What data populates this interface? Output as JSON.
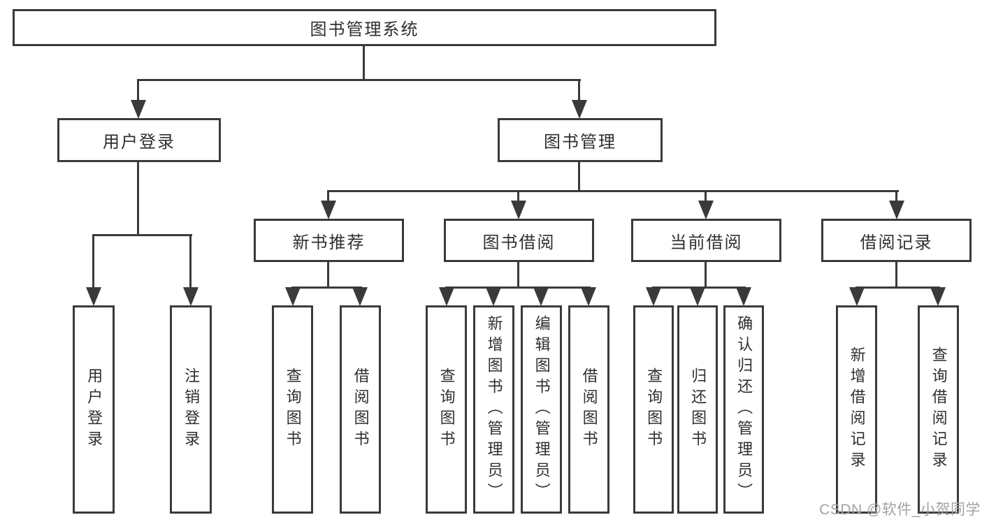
{
  "diagram": {
    "nodes": {
      "root": {
        "label": "图书管理系统"
      },
      "user_login": {
        "label": "用户登录"
      },
      "book_management": {
        "label": "图书管理"
      },
      "new_book_recommend": {
        "label": "新书推荐"
      },
      "book_borrowing": {
        "label": "图书借阅"
      },
      "current_borrowing": {
        "label": "当前借阅"
      },
      "borrowing_records": {
        "label": "借阅记录"
      },
      "leaf_user_login": {
        "label": "用户登录"
      },
      "leaf_logout": {
        "label": "注销登录"
      },
      "leaf_rec_query_books": {
        "label": "查询图书"
      },
      "leaf_rec_borrow_books": {
        "label": "借阅图书"
      },
      "leaf_bb_query_books": {
        "label": "查询图书"
      },
      "leaf_bb_add_books": {
        "label": "新增图书（管理员）"
      },
      "leaf_bb_edit_books": {
        "label": "编辑图书（管理员）"
      },
      "leaf_bb_borrow_books": {
        "label": "借阅图书"
      },
      "leaf_cb_query_books": {
        "label": "查询图书"
      },
      "leaf_cb_return_books": {
        "label": "归还图书"
      },
      "leaf_cb_confirm_return": {
        "label": "确认归还（管理员）"
      },
      "leaf_br_add_record": {
        "label": "新增借阅记录"
      },
      "leaf_br_query_record": {
        "label": "查询借阅记录"
      }
    },
    "watermark": "CSDN @软件_小贺同学",
    "colors": {
      "line": "#3a3a3a",
      "text": "#2f2f2f",
      "watermark": "#a3a3a3",
      "background": "#ffffff"
    }
  }
}
